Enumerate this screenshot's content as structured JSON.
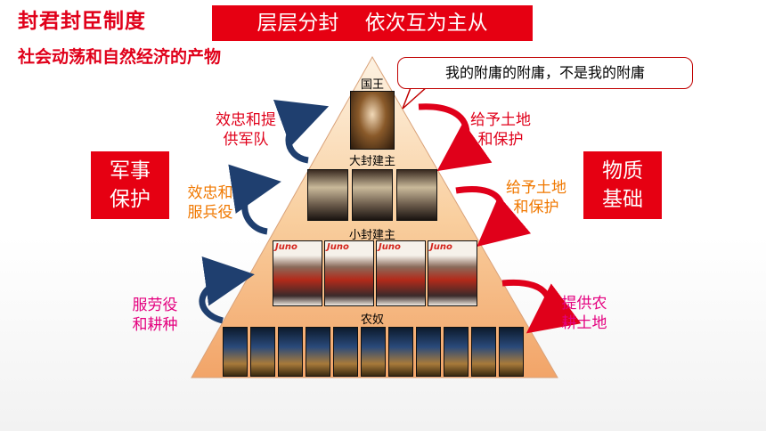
{
  "header": {
    "title": "封君封臣制度",
    "subtitle": "社会动荡和自然经济的产物",
    "banner": "层层分封    依次互为主从"
  },
  "callout": "我的附庸的附庸，不是我的附庸",
  "side_boxes": {
    "military": "军事\n保护",
    "material": "物质\n基础"
  },
  "pyramid": {
    "tiers": {
      "king": "国王",
      "great_lord": "大封建主",
      "lesser_lord": "小封建主",
      "serf": "农奴"
    },
    "portrait_tag": "Juno"
  },
  "left_labels": {
    "top": "效忠和提\n供军队",
    "middle": "效忠和\n服兵役",
    "bottom": "服劳役\n和耕种"
  },
  "right_labels": {
    "top": "给予土地\n和保护",
    "middle": "给予土地\n和保护",
    "bottom": "提供农\n耕土地"
  },
  "colors": {
    "accent_red": "#e0001a",
    "banner_red": "#e60012",
    "orange": "#f07800",
    "magenta": "#e4007f",
    "arrow_blue": "#1f3f6f",
    "pyramid_top": "#fdf2e2",
    "pyramid_bottom": "#f2a468"
  }
}
